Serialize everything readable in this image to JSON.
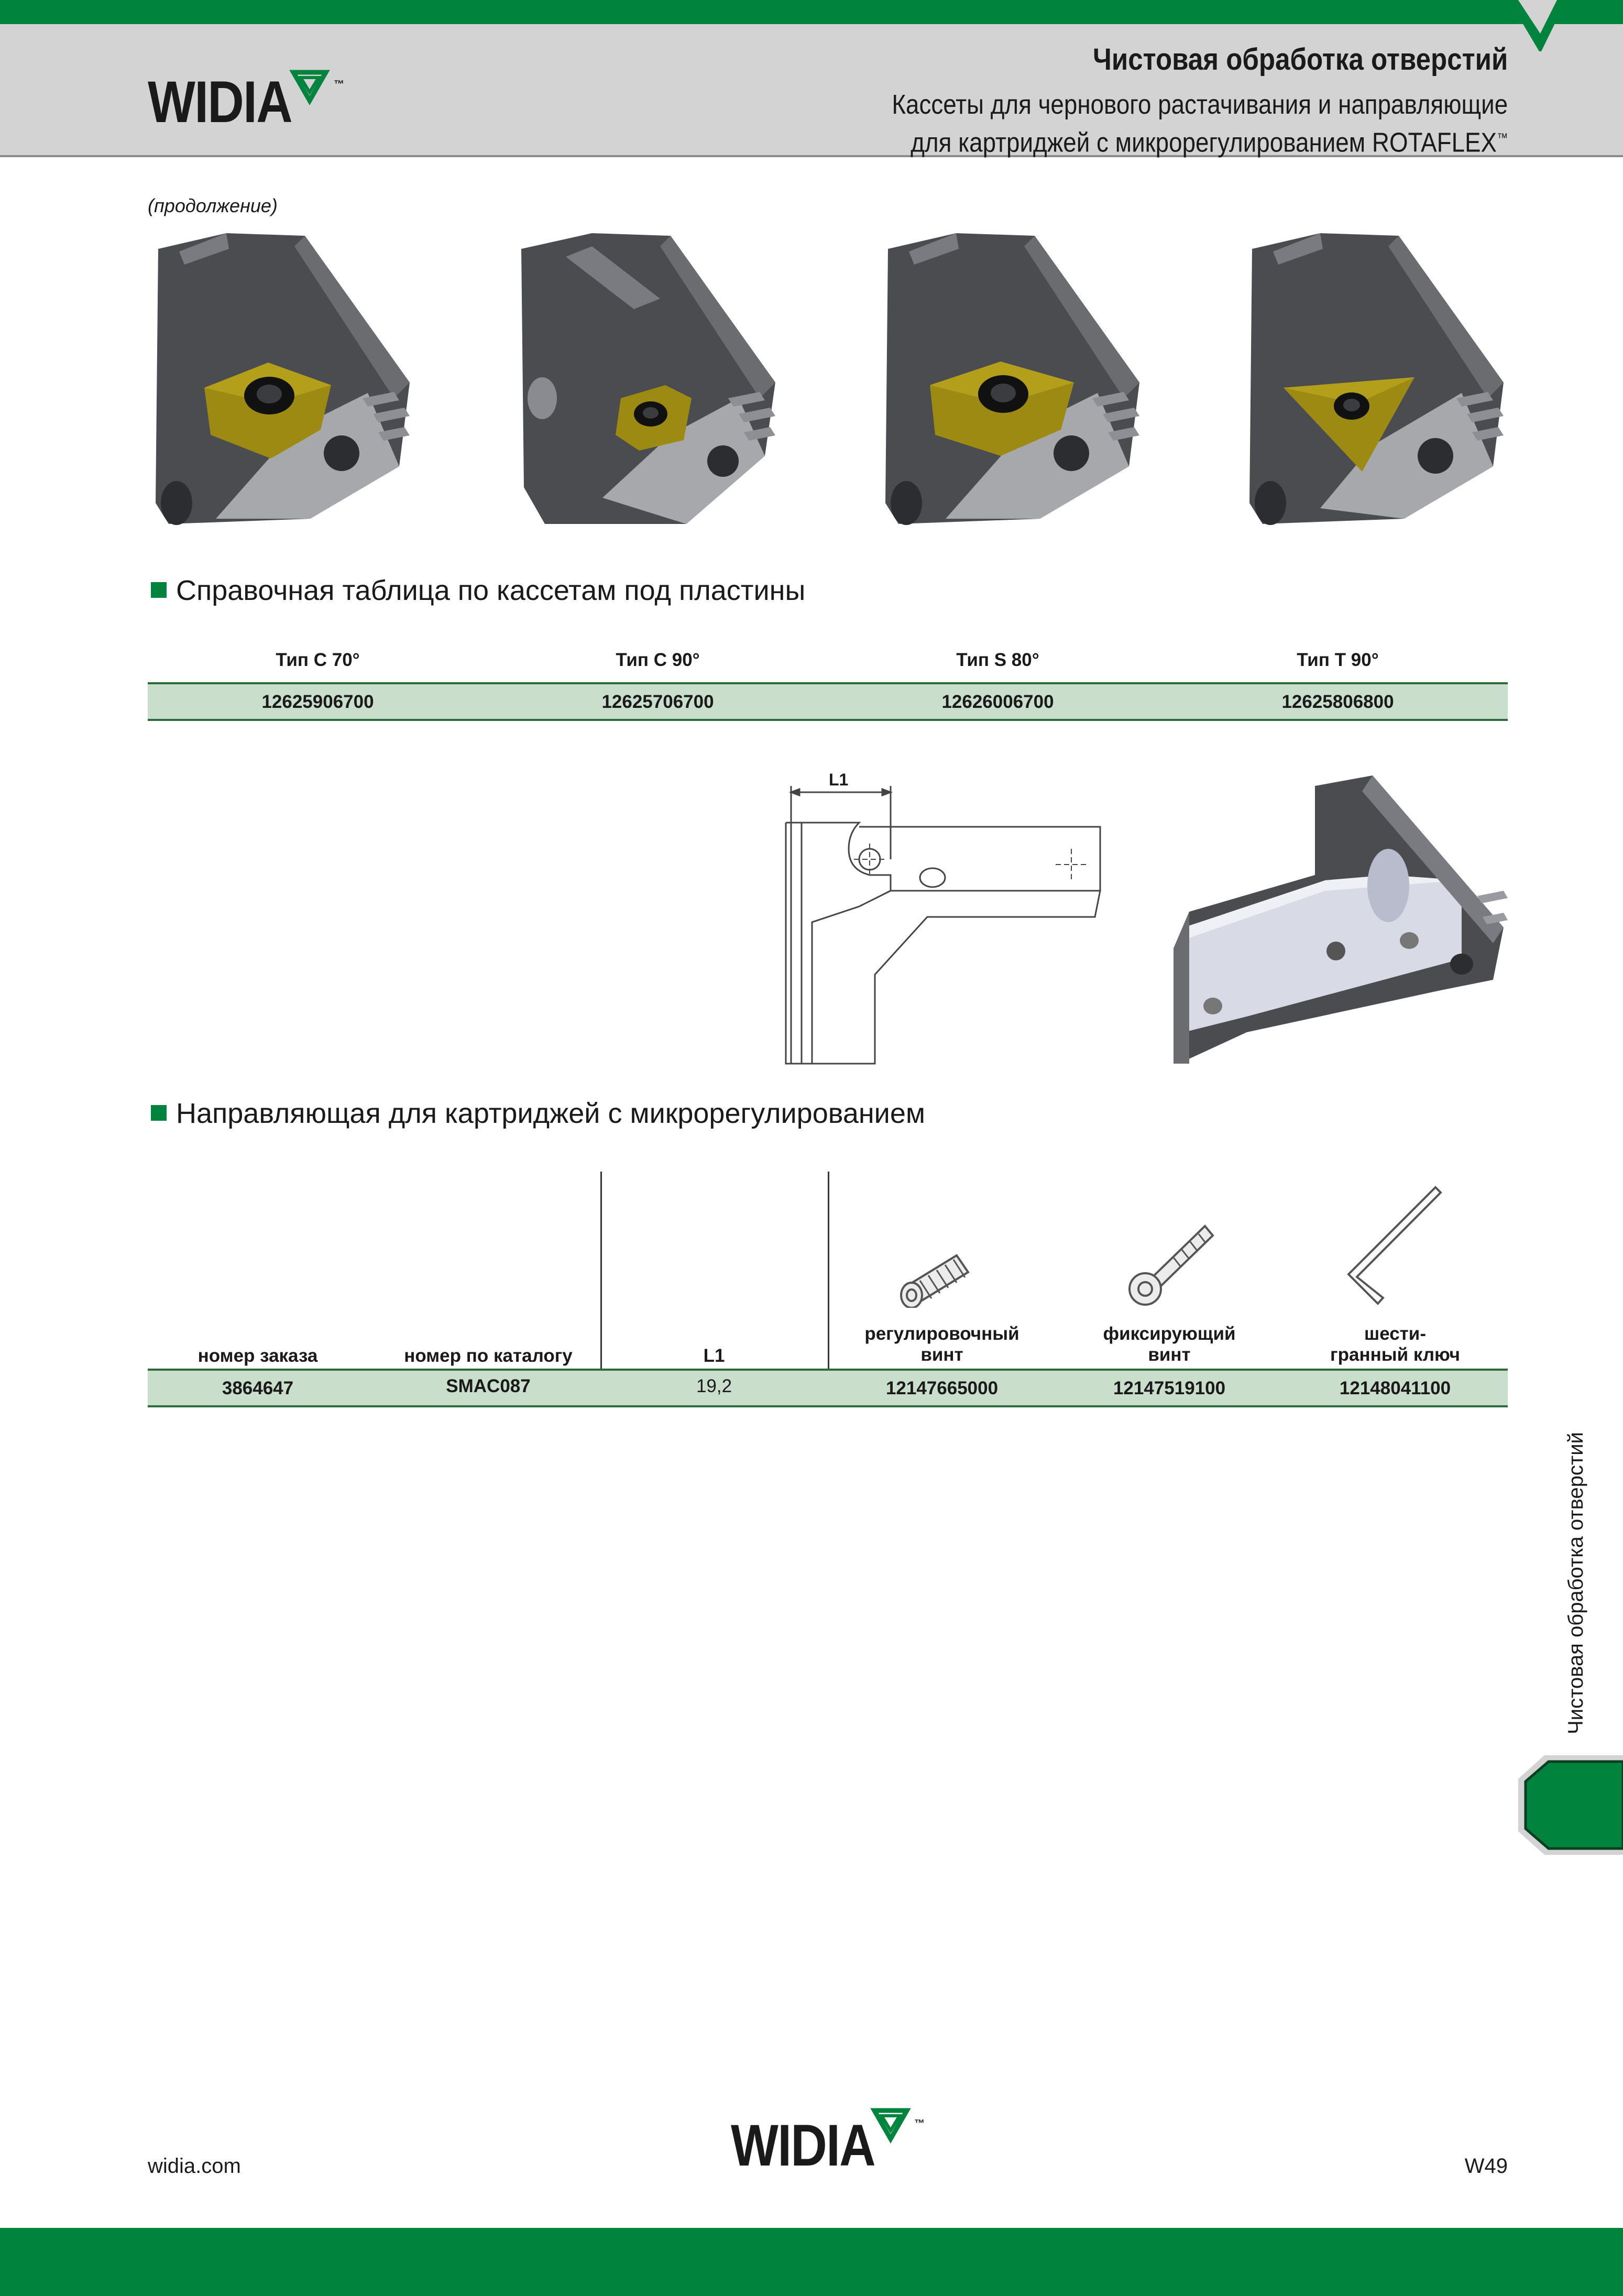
{
  "header": {
    "title": "Чистовая обработка отверстий",
    "subtitle_line1": "Кассеты для чернового растачивания и направляющие",
    "subtitle_line2": "для картриджей с микрорегулированием ROTAFLEX",
    "subtitle_tm": "™",
    "logo": "WIDIA",
    "logo_tm": "™"
  },
  "continued_label": "(продолжение)",
  "cassette_table": {
    "section_title": "Справочная таблица по кассетам под пластины",
    "headers": [
      "Тип C 70°",
      "Тип C 90°",
      "Тип S 80°",
      "Тип T 90°"
    ],
    "values": [
      "12625906700",
      "12625706700",
      "12626006700",
      "12625806800"
    ]
  },
  "drawing": {
    "dimension_label": "L1"
  },
  "guide_table": {
    "section_title": "Направляющая для картриджей с микрорегулированием",
    "headers": {
      "order_no": "номер заказа",
      "catalog_no": "номер по каталогу",
      "l1": "L1",
      "adjust_screw_line1": "регулировочный",
      "adjust_screw_line2": "винт",
      "lock_screw_line1": "фиксирующий",
      "lock_screw_line2": "винт",
      "hex_key_line1": "шести-",
      "hex_key_line2": "гранный ключ"
    },
    "row": {
      "order_no": "3864647",
      "catalog_no": "SMAC087",
      "l1": "19,2",
      "adjust_screw": "12147665000",
      "lock_screw": "12147519100",
      "hex_key": "12148041100"
    }
  },
  "side_tab": {
    "label": "Чистовая обработка отверстий"
  },
  "footer": {
    "website": "widia.com",
    "page_number": "W49",
    "logo": "WIDIA",
    "logo_tm": "™"
  },
  "colors": {
    "brand_green": "#00843d",
    "header_gray": "#d3d3d4",
    "table_row": "#c9dfcc",
    "insert_gold": "#9c8a12"
  }
}
